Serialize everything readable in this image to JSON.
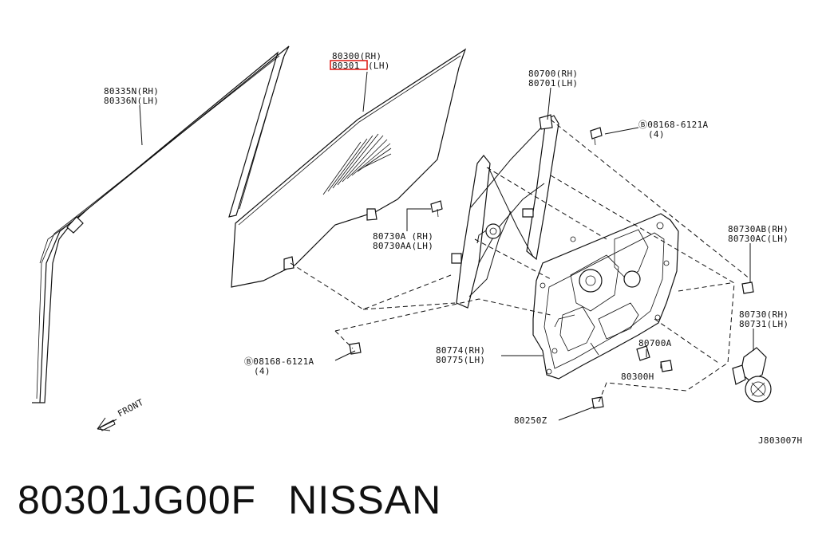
{
  "diagram": {
    "labels": {
      "glass_rh": "80300(RH)",
      "glass_lh_code": "80301",
      "glass_lh_side": "(LH)",
      "sash_rh": "80335N(RH)",
      "sash_lh": "80336N(LH)",
      "regulator_rh": "80700(RH)",
      "regulator_lh": "80701(LH)",
      "bolt_top": "Ⓑ08168-6121A",
      "bolt_top_qty": "(4)",
      "clamp_rh": "80730A (RH)",
      "clamp_lh": "80730AA(LH)",
      "motor_bracket_rh": "80730AB(RH)",
      "motor_bracket_lh": "80730AC(LH)",
      "motor_rh": "80730(RH)",
      "motor_lh": "80731(LH)",
      "bolt_bottom": "Ⓑ08168-6121A",
      "bolt_bottom_qty": "(4)",
      "module_rh": "80774(RH)",
      "module_lh": "80775(LH)",
      "clip_700a": "80700A",
      "clip_300h": "80300H",
      "screw_250z": "80250Z",
      "front": "FRONT",
      "drawing_id": "J803007H"
    },
    "highlight_color": "#e0211b"
  },
  "footer": {
    "part_number": "80301JG00F",
    "brand": "NISSAN"
  }
}
